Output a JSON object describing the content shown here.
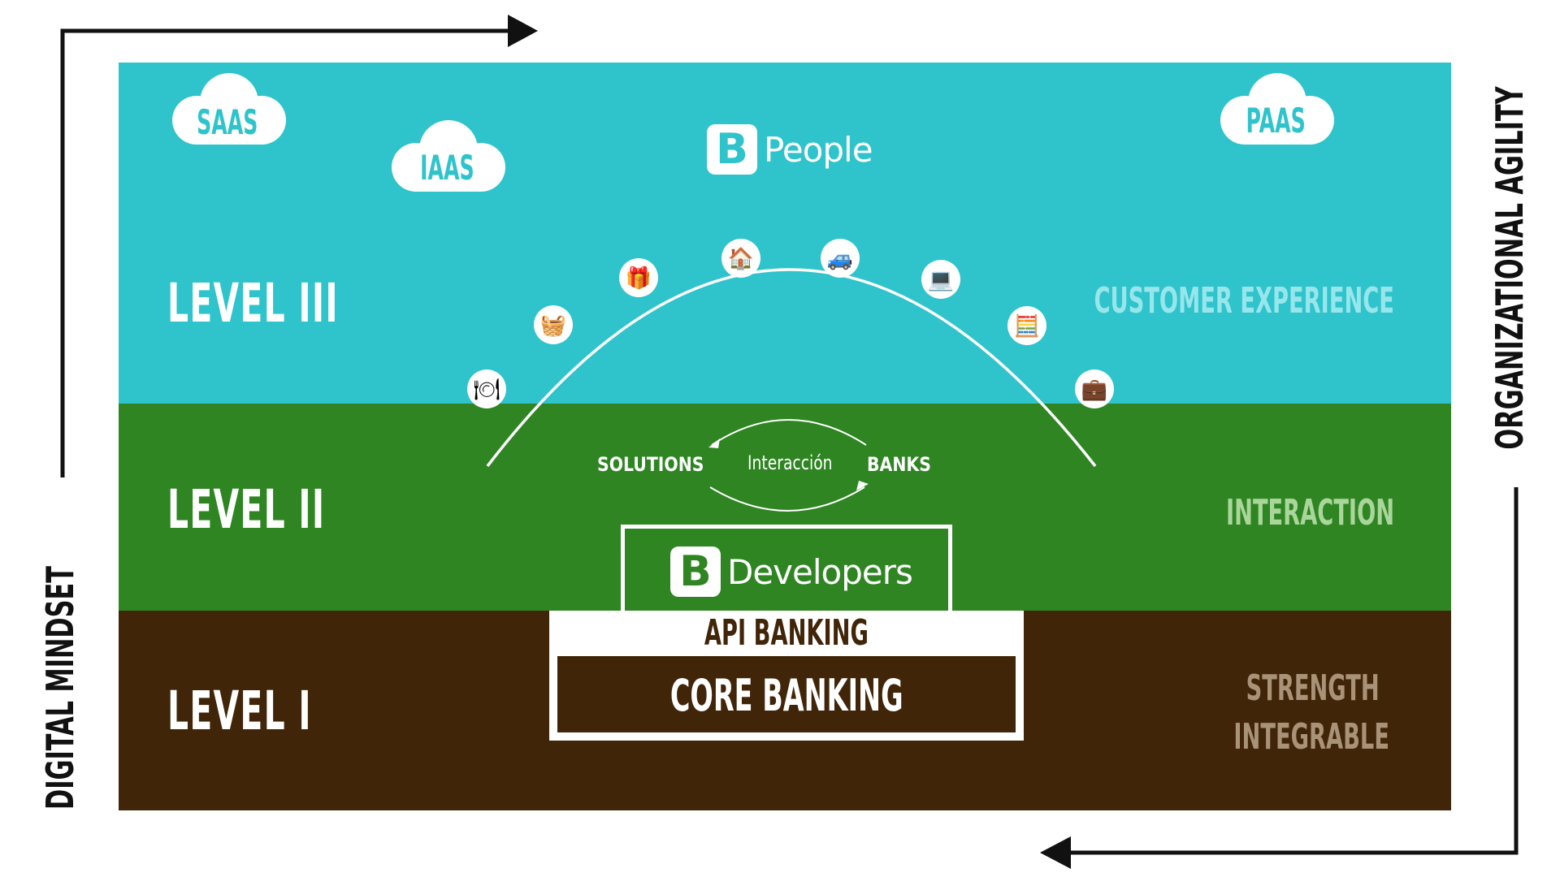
{
  "levels": {
    "level_3": "LEVEL III",
    "level_2": "LEVEL II",
    "level_1": "LEVEL I"
  },
  "right_labels": {
    "level_3": "CUSTOMER EXPERIENCE",
    "level_2": "INTERACTION",
    "level_1_line1": "STRENGTH",
    "level_1_line2": "INTEGRABLE"
  },
  "clouds": {
    "saas": "SAAS",
    "iaas": "IAAS",
    "paas": "PAAS"
  },
  "brands": {
    "logo_letter": "B",
    "people": "People",
    "developers": "Developers"
  },
  "interaction": {
    "left": "SOLUTIONS",
    "center": "Interacción",
    "right": "BANKS"
  },
  "stack": {
    "api": "API BANKING",
    "core": "CORE BANKING"
  },
  "axes": {
    "left": "DIGITAL MINDSET",
    "right": "ORGANIZATIONAL AGILITY"
  },
  "icons": [
    "food-tray-icon",
    "shopping-basket-icon",
    "gift-icon",
    "house-icon",
    "car-icon",
    "computer-icon",
    "calculator-icon",
    "suitcase-icon"
  ],
  "colors": {
    "band_top": "#2fc3cb",
    "band_middle": "#2e8522",
    "band_bottom": "#412509",
    "text_light": "#ffffff"
  }
}
